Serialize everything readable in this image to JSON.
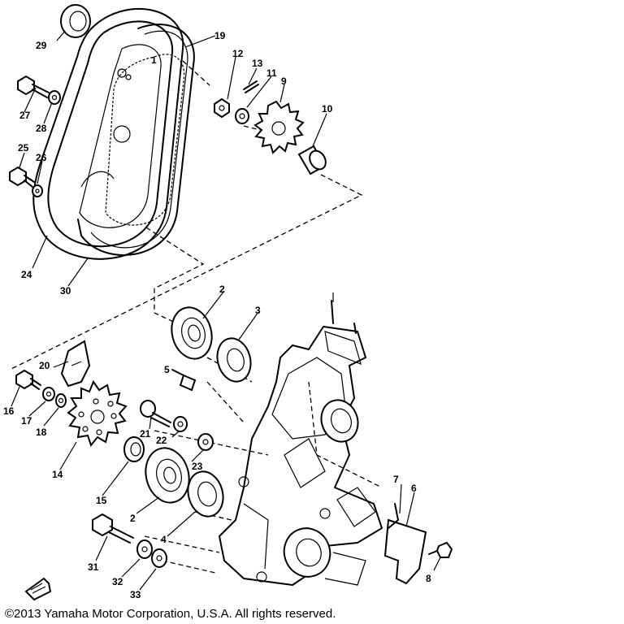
{
  "diagram": {
    "parts": [
      {
        "id": "1",
        "label": "1"
      },
      {
        "id": "2a",
        "label": "2"
      },
      {
        "id": "2b",
        "label": "2"
      },
      {
        "id": "3",
        "label": "3"
      },
      {
        "id": "4",
        "label": "4"
      },
      {
        "id": "5",
        "label": "5"
      },
      {
        "id": "6",
        "label": "6"
      },
      {
        "id": "7",
        "label": "7"
      },
      {
        "id": "8",
        "label": "8"
      },
      {
        "id": "9",
        "label": "9"
      },
      {
        "id": "10",
        "label": "10"
      },
      {
        "id": "11",
        "label": "11"
      },
      {
        "id": "12",
        "label": "12"
      },
      {
        "id": "13",
        "label": "13"
      },
      {
        "id": "14",
        "label": "14"
      },
      {
        "id": "15",
        "label": "15"
      },
      {
        "id": "16",
        "label": "16"
      },
      {
        "id": "17",
        "label": "17"
      },
      {
        "id": "18",
        "label": "18"
      },
      {
        "id": "19",
        "label": "19"
      },
      {
        "id": "20",
        "label": "20"
      },
      {
        "id": "21",
        "label": "21"
      },
      {
        "id": "22",
        "label": "22"
      },
      {
        "id": "23",
        "label": "23"
      },
      {
        "id": "24",
        "label": "24"
      },
      {
        "id": "25",
        "label": "25"
      },
      {
        "id": "26",
        "label": "26"
      },
      {
        "id": "27",
        "label": "27"
      },
      {
        "id": "28",
        "label": "28"
      },
      {
        "id": "29",
        "label": "29"
      },
      {
        "id": "30",
        "label": "30"
      },
      {
        "id": "31",
        "label": "31"
      },
      {
        "id": "32",
        "label": "32"
      },
      {
        "id": "33",
        "label": "33"
      }
    ]
  },
  "footer": {
    "copyright": "©2013 Yamaha Motor Corporation, U.S.A. All rights reserved."
  },
  "colors": {
    "ink": "#000000",
    "paper": "#ffffff"
  }
}
